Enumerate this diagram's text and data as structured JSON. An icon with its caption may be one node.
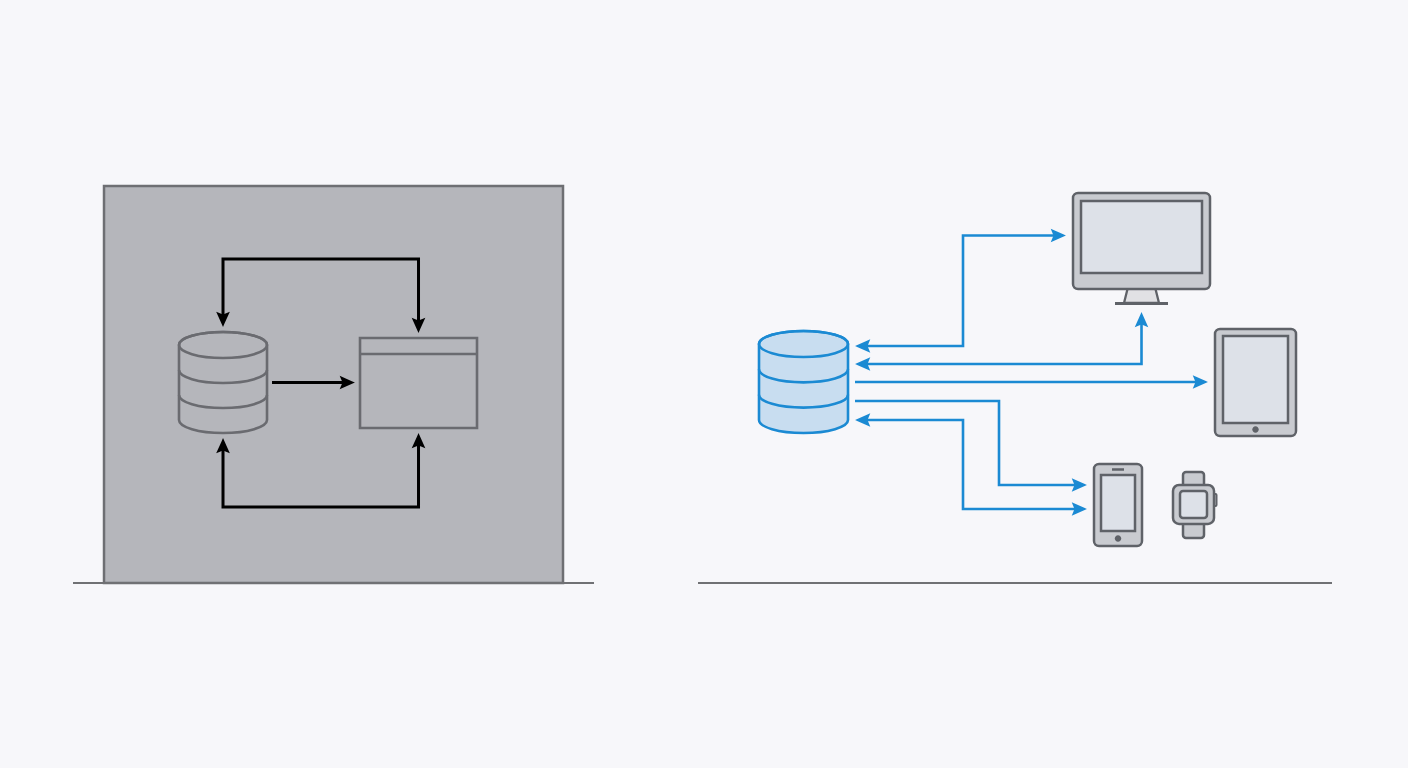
{
  "diagram": {
    "nodes": [
      {
        "text": [],
        "shape": "box"
      },
      {
        "text": [],
        "shape": "cylinder",
        "in": 0
      },
      {
        "text": [],
        "shape": "box",
        "in": 0
      },
      {
        "text": [],
        "shape": "cylinder"
      },
      {
        "text": [],
        "shape": "picture"
      },
      {
        "text": [],
        "shape": "picture"
      },
      {
        "text": [],
        "shape": "picture"
      },
      {
        "text": [],
        "shape": "picture"
      }
    ],
    "edges": [
      {
        "from": 1,
        "to": 2,
        "arrow": "both",
        "color": "#000000"
      },
      {
        "from": 1,
        "to": 2,
        "arrow": "both",
        "color": "#000000"
      },
      {
        "from": 1,
        "to": 2,
        "arrow": "to",
        "color": "#000000"
      },
      {
        "from": 3,
        "to": 4,
        "arrow": "both"
      },
      {
        "from": 3,
        "to": 4,
        "arrow": "both"
      },
      {
        "from": 3,
        "to": 5,
        "arrow": "to"
      },
      {
        "from": 3,
        "to": 6,
        "arrow": "to"
      },
      {
        "from": 3,
        "to": 6,
        "arrow": "both"
      }
    ]
  }
}
